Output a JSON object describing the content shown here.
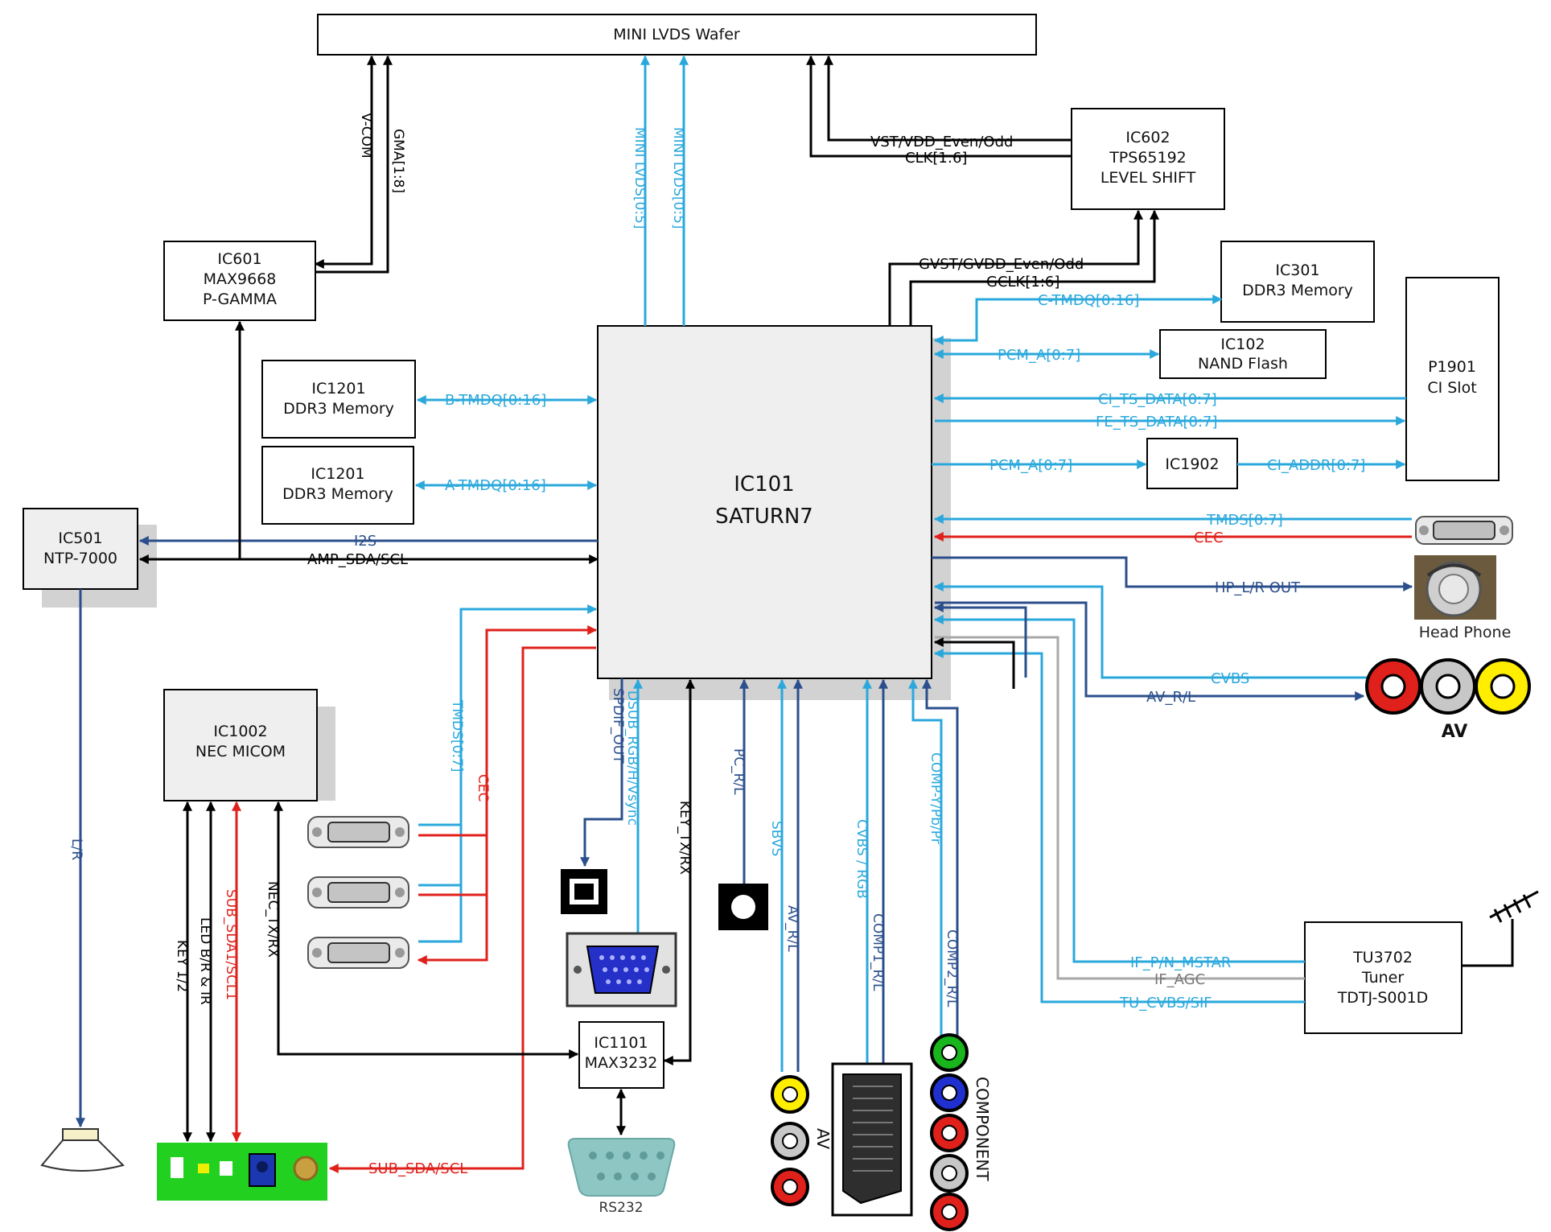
{
  "colors": {
    "black": "#000000",
    "light_blue": "#2aa8dc",
    "dark_blue": "#2b4f8c",
    "red": "#e0201b",
    "gray": "#a8a8a8",
    "chip_fill": "#efefef"
  },
  "blocks": {
    "mini_lvds": "MINI LVDS Wafer",
    "ic602": [
      "IC602",
      "TPS65192",
      "LEVEL SHIFT"
    ],
    "ic601": [
      "IC601",
      "MAX9668",
      "P-GAMMA"
    ],
    "ic301": [
      "IC301",
      "DDR3 Memory"
    ],
    "ic102": [
      "IC102",
      "NAND Flash"
    ],
    "p1901": [
      "P1901",
      "CI Slot"
    ],
    "ic1201_b": [
      "IC1201",
      "DDR3 Memory"
    ],
    "ic1201_a": [
      "IC1201",
      "DDR3 Memory"
    ],
    "ic1902": "IC1902",
    "ic101": [
      "IC101",
      "SATURN7"
    ],
    "ic501": [
      "IC501",
      "NTP-7000"
    ],
    "ic1002": [
      "IC1002",
      "NEC MICOM"
    ],
    "ic1101": [
      "IC1101",
      "MAX3232"
    ],
    "tu3702": [
      "TU3702",
      "Tuner",
      "TDTJ-S001D"
    ]
  },
  "signals": {
    "vcom": "V-COM",
    "gma": "GMA[1:8]",
    "mini_lvds_r": "MINI LVDS[0:5]",
    "mini_lvds_l": "MINI LVDS[0:5]",
    "vst": "VST/VDD_Even/Odd",
    "clk": "CLK[1:6]",
    "gvst": "GVST/GVDD_Even/Odd",
    "gclk": "GCLK[1:6]",
    "c_tmdq": "C-TMDQ[0:16]",
    "pcm_a1": "PCM_A[0:7]",
    "ci_ts": "CI_TS_DATA[0:7]",
    "fe_ts": "FE_TS_DATA[0:7]",
    "pcm_a2": "PCM_A[0:7]",
    "ci_addr": "CI_ADDR[0:7]",
    "b_tmdq": "B-TMDQ[0:16]",
    "a_tmdq": "A-TMDQ[0:16]",
    "tmds_r": "TMDS[0:7]",
    "cec_r": "CEC",
    "hp_out": "HP_L/R OUT",
    "cvbs_r": "CVBS",
    "av_rl": "AV_R/L",
    "i2s": "I2S",
    "amp_sda": "AMP_SDA/SCL",
    "lr": "L/R",
    "tmds_v": "TMDS[0:7]",
    "cec_v": "CEC",
    "spdif": "SPDIF_OUT",
    "dsub": "DSUB_RGB/H/Vsync",
    "key_txrx": "KEY_TX/RX",
    "pc_rl": "PC_R/L",
    "sbvs": "SBVS",
    "av_rl_v": "AV_R/L",
    "cvbs_rgb": "CVBS / RGB",
    "comp1": "COMP1_R/L",
    "comp_y": "COMP-Y/Pb/Pr",
    "comp2": "COMP2_R/L",
    "if_pn": "IF_P/N_MSTAR",
    "if_agc": "IF_AGC",
    "tu_cvbs": "TU_CVBS/SIF",
    "key12": "KEY 1/2",
    "led": "LED B/R & IR",
    "sub_sda1": "SUB_SDA1/SCL1",
    "nec_txrx": "NEC_TX/RX",
    "sub_sda": "SUB_SDA/SCL"
  },
  "connectors": {
    "headphone": "Head Phone",
    "av_right": "AV",
    "av_bottom": "AV",
    "component": "COMPONENT",
    "rs232": "RS232"
  }
}
